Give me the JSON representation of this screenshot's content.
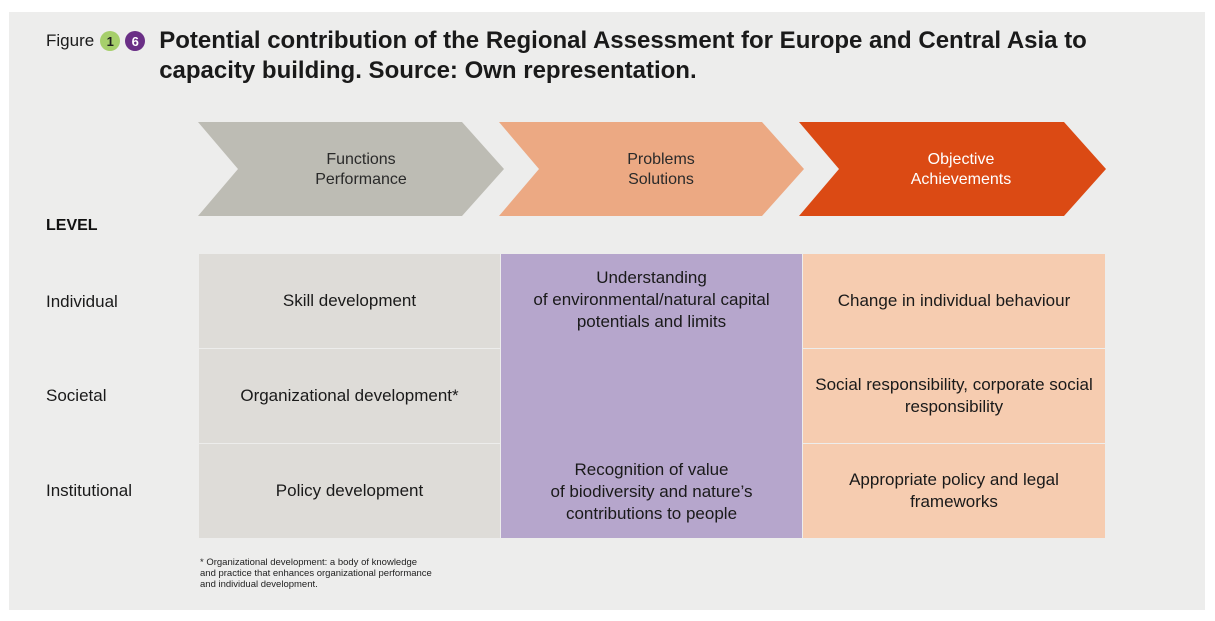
{
  "header": {
    "figure_label": "Figure",
    "badge1": "1",
    "badge2": "6",
    "title": "Potential contribution of the Regional Assessment for Europe and Central Asia to capacity building. Source: Own representation."
  },
  "colors": {
    "panel": "#ededec",
    "chevron1": "#bdbcb4",
    "chevron2": "#eca983",
    "chevron3": "#db4a14",
    "col1": "#dedcd8",
    "col2": "#b6a6cc",
    "col3": "#f6ccb0"
  },
  "chevrons": [
    {
      "line1": "Functions",
      "line2": "Performance"
    },
    {
      "line1": "Problems",
      "line2": "Solutions"
    },
    {
      "line1": "Objective",
      "line2": "Achievements"
    }
  ],
  "level_heading": "LEVEL",
  "rows": [
    {
      "label": "Individual",
      "col1": "Skill development",
      "col3": "Change in individual behaviour"
    },
    {
      "label": "Societal",
      "col1": "Organizational development*",
      "col3": "Social responsibility, corporate social responsibility"
    },
    {
      "label": "Institutional",
      "col1": "Policy development",
      "col3": "Appropriate policy and legal frameworks"
    }
  ],
  "middle": {
    "top_line1": "Understanding",
    "top_line2": "of environmental/natural capital",
    "top_line3": "potentials and limits",
    "bottom_line1": "Recognition of value",
    "bottom_line2": "of biodiversity and nature’s",
    "bottom_line3": "contributions to people"
  },
  "footnote": {
    "line1": "* Organizational development: a body of knowledge",
    "line2": "and practice that enhances organizational performance",
    "line3": "and individual development."
  }
}
